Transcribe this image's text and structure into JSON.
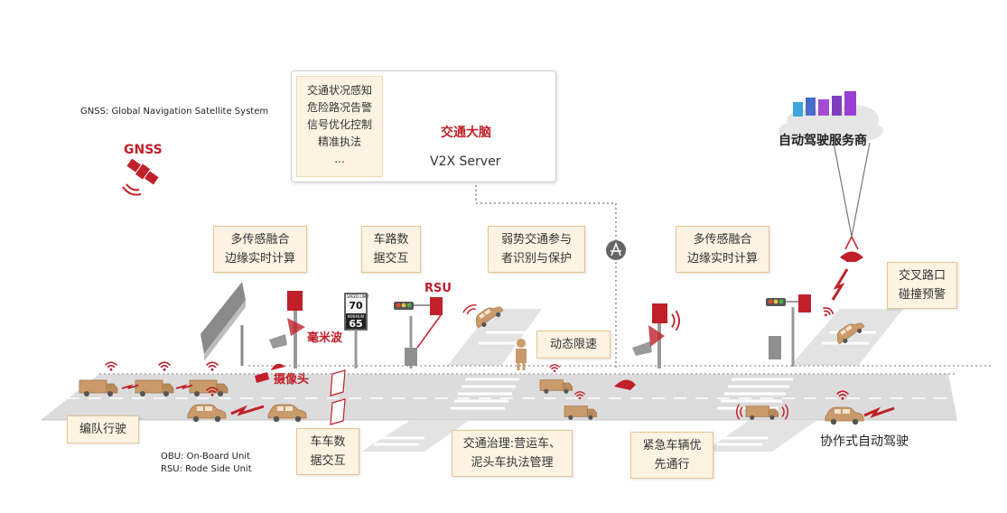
{
  "definitions": {
    "gnss": "GNSS: Global Navigation Satellite System",
    "obu": "OBU: On-Board Unit",
    "rsu": "RSU: Rode Side Unit"
  },
  "gnss_label": "GNSS",
  "server": {
    "functions": [
      "交通状况感知",
      "危险路况告警",
      "信号优化控制",
      "精准执法",
      "..."
    ],
    "brain_label": "交通大脑",
    "server_label": "V2X Server"
  },
  "service_provider": "自动驾驶服务商",
  "callouts": {
    "sensor_fusion_left": [
      "多传感融合",
      "边缘实时计算"
    ],
    "vehicle_road": [
      "车路数",
      "据交互"
    ],
    "vulnerable": [
      "弱势交通参与",
      "者识别与保护"
    ],
    "sensor_fusion_right": [
      "多传感融合",
      "边缘实时计算"
    ],
    "intersection": [
      "交叉路口",
      "碰撞预警"
    ],
    "dynamic_speed": [
      "动态限速"
    ],
    "platoon": [
      "编队行驶"
    ],
    "v2v": [
      "车车数",
      "据交互"
    ],
    "traffic_gov": [
      "交通治理:营运车、",
      "泥头车执法管理"
    ],
    "emergency": [
      "紧急车辆优",
      "先通行"
    ]
  },
  "labels": {
    "mmwave": "毫米波",
    "camera": "摄像头",
    "rsu": "RSU",
    "coop_driving": "协作式自动驾驶"
  },
  "speed_sign": {
    "top_text": "SPEED LIMIT",
    "limit": "70",
    "bottom_text": "MINIMUM",
    "min": "65"
  },
  "colors": {
    "accent_red": "#c0202a",
    "callout_bg": "#fdf3e3",
    "road": "#dcdcdc",
    "car_tan": "#c99a6a"
  }
}
